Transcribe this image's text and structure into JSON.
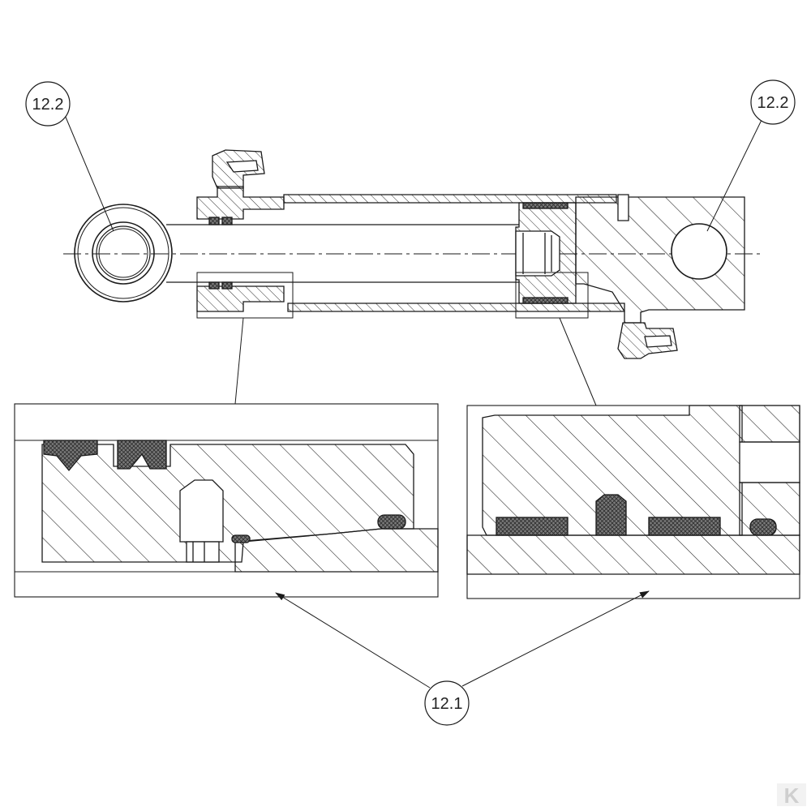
{
  "callouts": {
    "rod_eye_left": "12.2",
    "base_eye_right": "12.2",
    "seal_kit": "12.1"
  },
  "logo": {
    "text": "K"
  },
  "colors": {
    "line": "#1a1a1a",
    "seal_fill": "#6f6f6f",
    "background": "#ffffff",
    "logo": "#cfcfcf"
  }
}
